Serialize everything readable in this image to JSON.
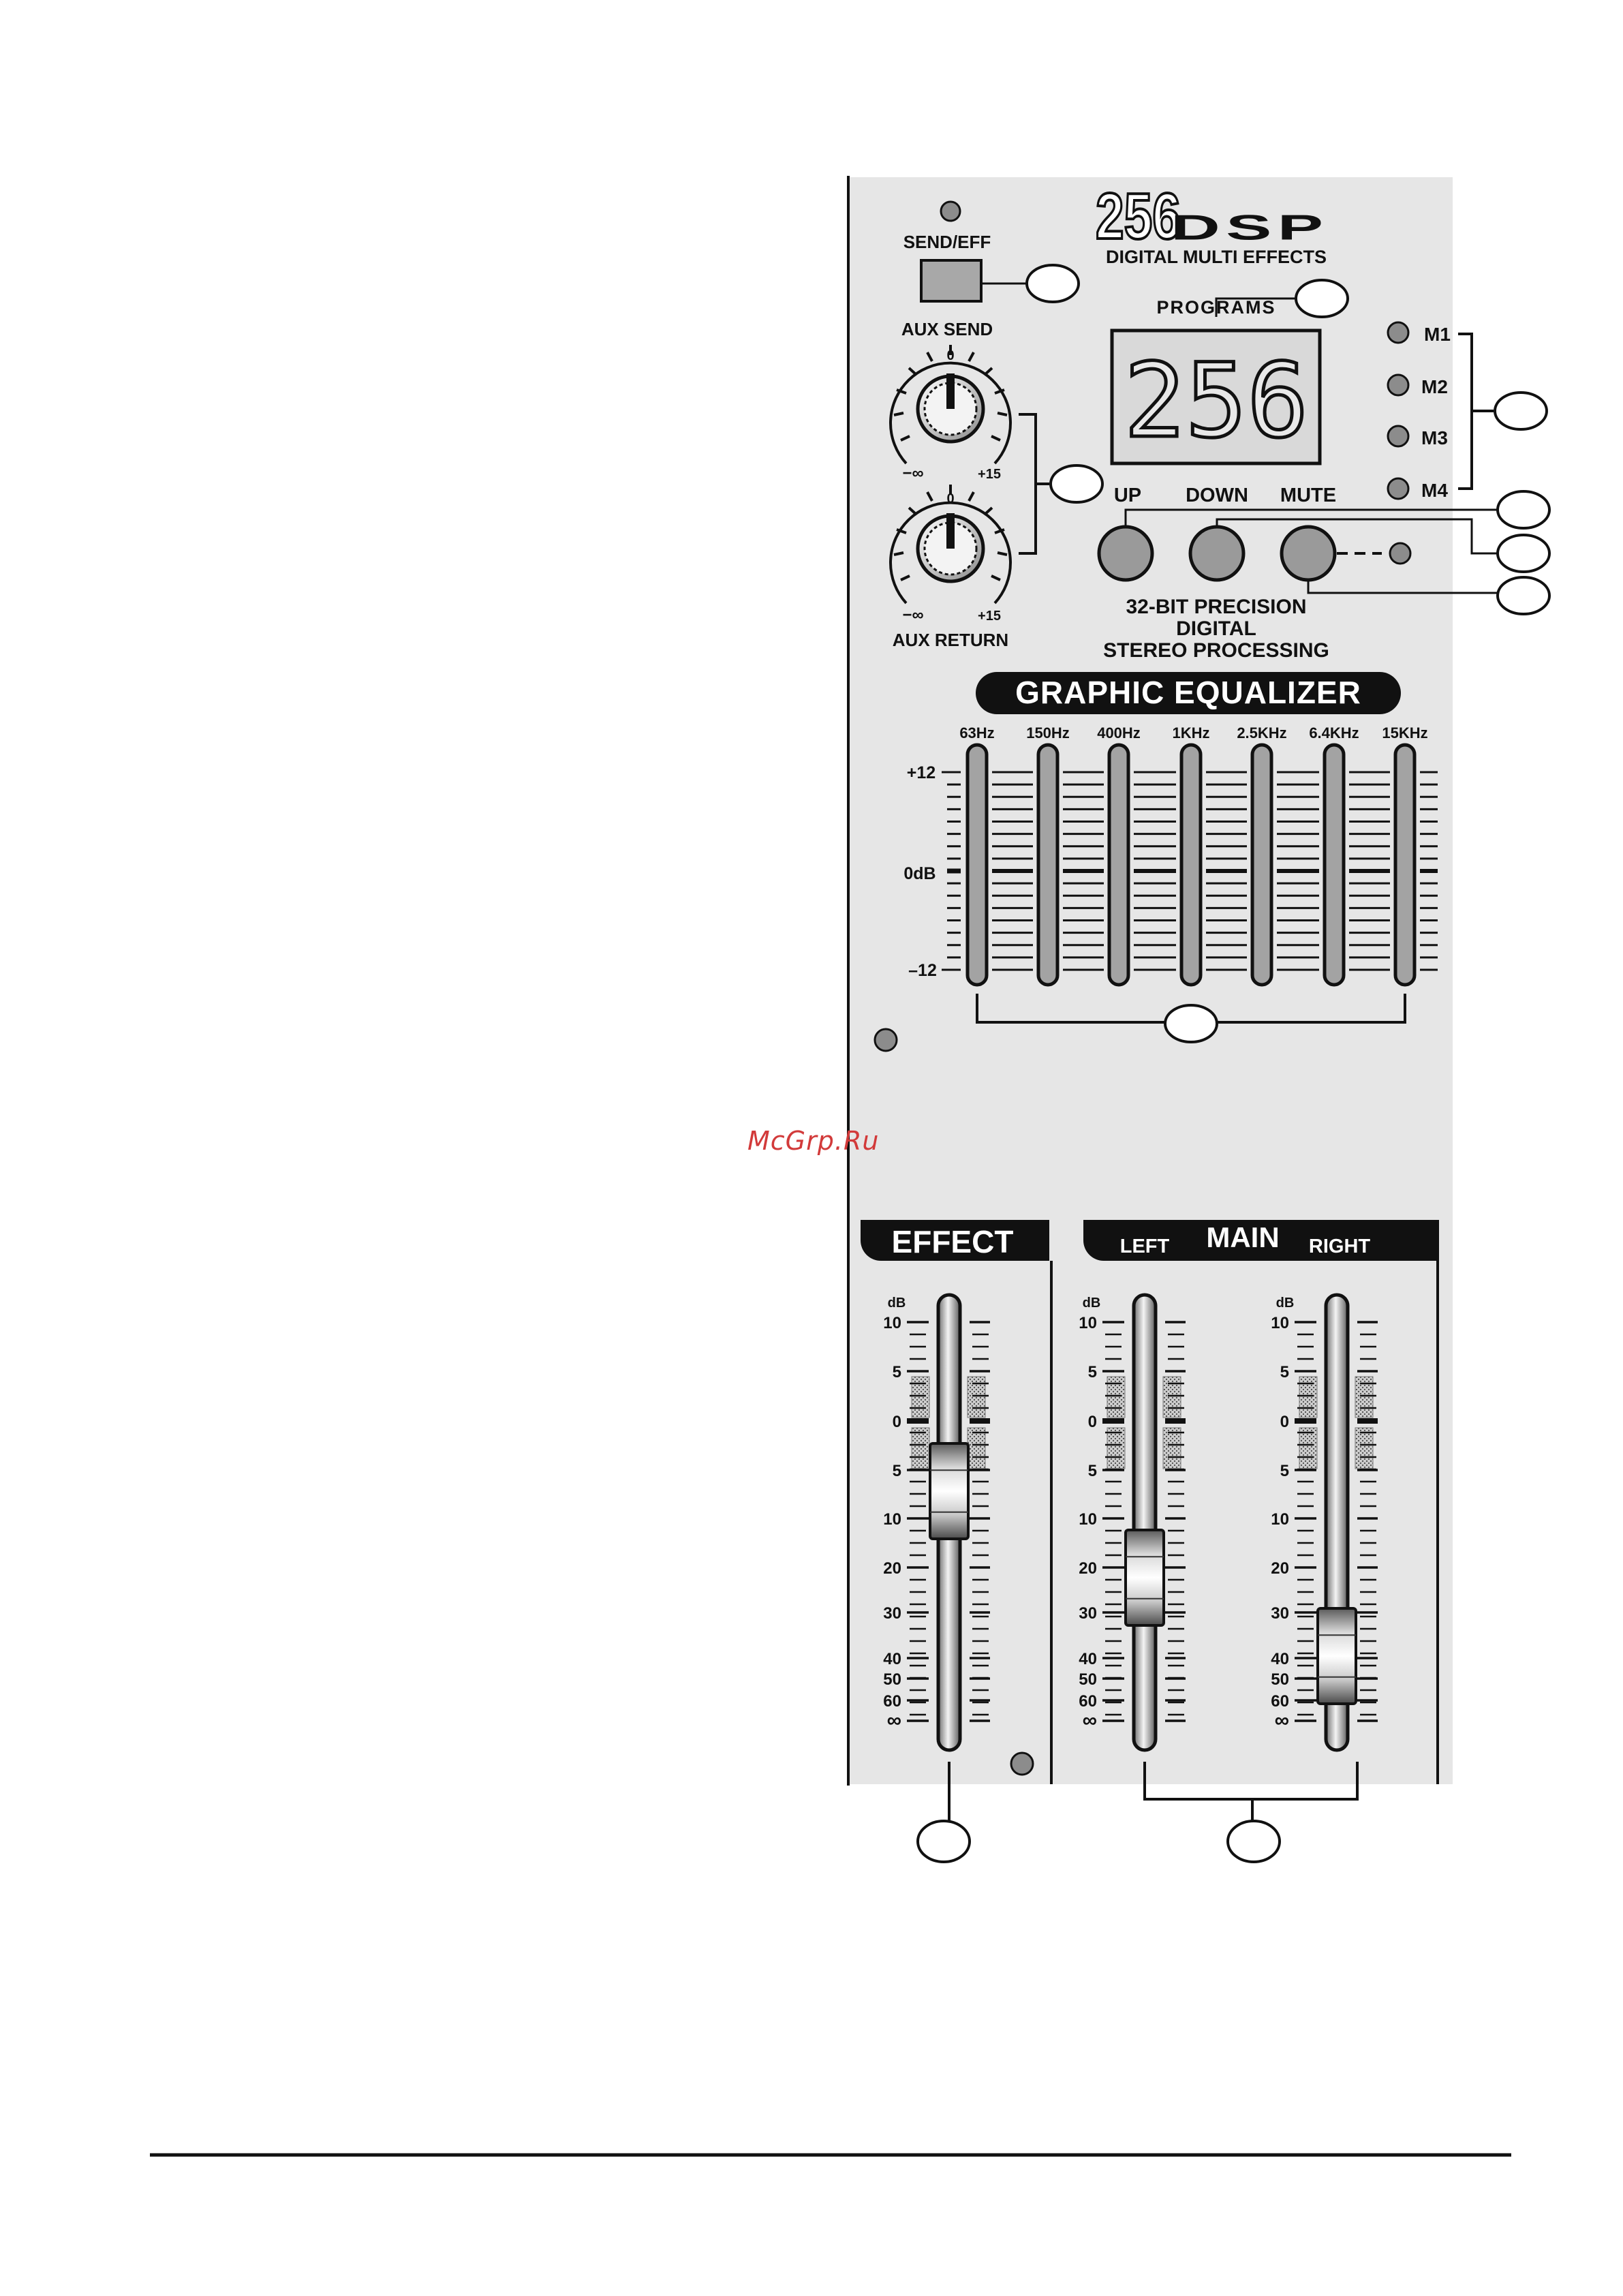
{
  "logo": {
    "number": "256",
    "word": "DSP",
    "subtitle": "DIGITAL MULTI EFFECTS"
  },
  "send_eff": {
    "label": "SEND/EFF"
  },
  "aux_send": {
    "label": "AUX SEND",
    "top": "0",
    "min": "−∞",
    "max": "+15"
  },
  "aux_return": {
    "label": "AUX RETURN",
    "top": "0",
    "min": "−∞",
    "max": "+15"
  },
  "programs": {
    "label": "PROGRAMS",
    "display": "256"
  },
  "memory": [
    {
      "label": "M1"
    },
    {
      "label": "M2"
    },
    {
      "label": "M3"
    },
    {
      "label": "M4"
    }
  ],
  "buttons": {
    "up": "UP",
    "down": "DOWN",
    "mute": "MUTE"
  },
  "processing": {
    "line1": "32-BIT  PRECISION",
    "line2": "DIGITAL",
    "line3": "STEREO PROCESSING"
  },
  "eq": {
    "title": "GRAPHIC EQUALIZER",
    "bands": [
      "63Hz",
      "150Hz",
      "400Hz",
      "1KHz",
      "2.5KHz",
      "6.4KHz",
      "15KHz"
    ],
    "scale_top": "+12",
    "scale_mid": "0dB",
    "scale_bottom": "–12"
  },
  "effect": {
    "title": "EFFECT",
    "db_label": "dB",
    "scale": [
      "10",
      "5",
      "0",
      "5",
      "10",
      "20",
      "30",
      "40",
      "50",
      "60",
      "∞"
    ]
  },
  "main": {
    "title": "MAIN",
    "left_label": "LEFT",
    "right_label": "RIGHT",
    "left_db_label": "dB",
    "right_db_label": "dB",
    "left_scale": [
      "10",
      "5",
      "0",
      "5",
      "10",
      "20",
      "30",
      "40",
      "50",
      "60",
      "∞"
    ],
    "right_scale": [
      "10",
      "5",
      "0",
      "5",
      "10",
      "20",
      "30",
      "40",
      "50",
      "60",
      "∞"
    ]
  },
  "watermark": "McGrp.Ru",
  "colors": {
    "panel": "#e6e6e6",
    "ink": "#111111",
    "display": "#d9d9d9",
    "watermark": "#d23a3a"
  }
}
